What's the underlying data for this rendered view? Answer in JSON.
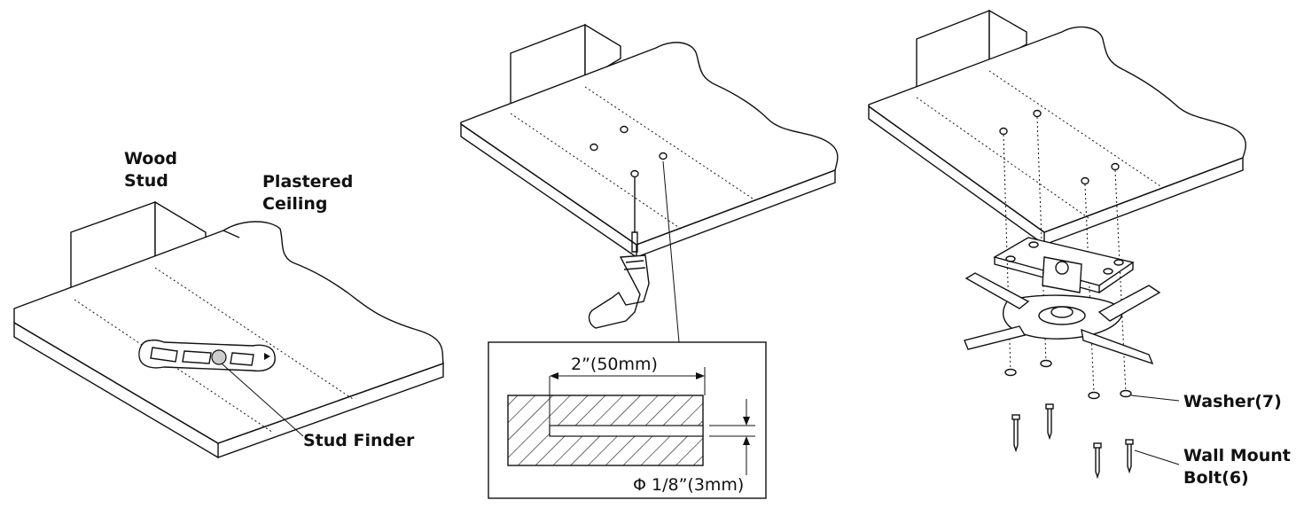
{
  "panel1": {
    "label_wood_line1": "Wood",
    "label_wood_line2": "Stud",
    "label_ceiling_line1": "Plastered",
    "label_ceiling_line2": "Ceiling",
    "label_stud_finder": "Stud Finder"
  },
  "panel2": {
    "dim_width": "2”(50mm)",
    "dim_diameter": "Φ 1/8”(3mm)"
  },
  "panel3": {
    "label_washer": "Washer(7)",
    "label_bolt_line1": "Wall Mount",
    "label_bolt_line2": "Bolt(6)"
  },
  "colors": {
    "stroke": "#111111",
    "background": "#ffffff",
    "stud_finder_button": "#cccccc"
  }
}
